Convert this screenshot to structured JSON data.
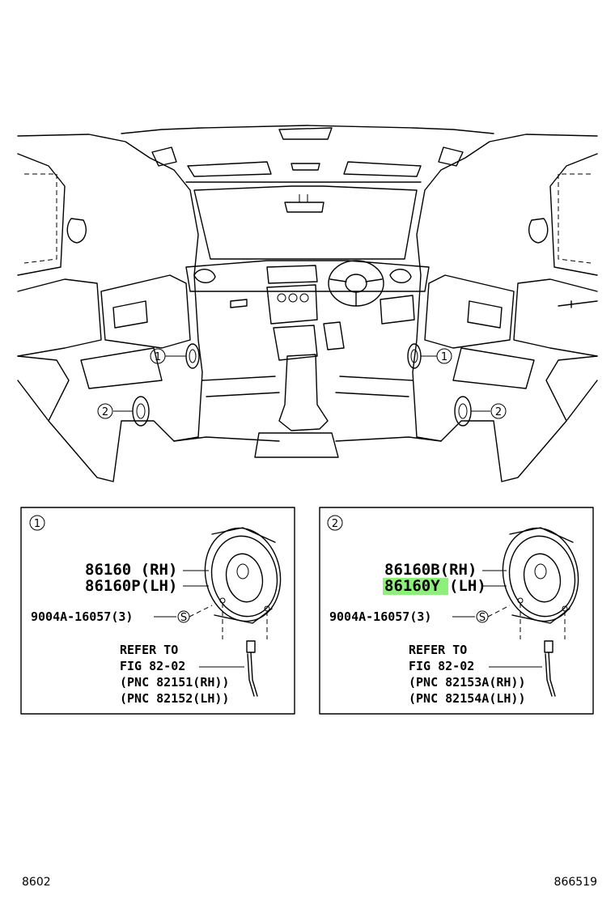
{
  "main_view": {
    "callout_1_left": "1",
    "callout_2_left": "2",
    "callout_1_right": "1",
    "callout_2_right": "2"
  },
  "panel_1": {
    "index": "1",
    "part_rh": "86160 (RH)",
    "part_lh": "86160P(LH)",
    "screw": "9004A-16057(3)",
    "screw_symbol": "S",
    "refer_line1": "REFER TO",
    "refer_line2": "FIG 82-02",
    "pnc_rh": "(PNC 82151(RH))",
    "pnc_lh": "(PNC 82152(LH))"
  },
  "panel_2": {
    "index": "2",
    "part_rh": "86160B(RH)",
    "part_lh_highlight": "86160Y",
    "part_lh_suffix": "(LH)",
    "screw": "9004A-16057(3)",
    "screw_symbol": "S",
    "refer_line1": "REFER TO",
    "refer_line2": "FIG 82-02",
    "pnc_rh": "(PNC 82153A(RH))",
    "pnc_lh": "(PNC 82154A(LH))"
  },
  "footer": {
    "left_code": "8602",
    "right_code": "866519"
  },
  "colors": {
    "highlight": "#8cf07a",
    "ink": "#000000"
  }
}
